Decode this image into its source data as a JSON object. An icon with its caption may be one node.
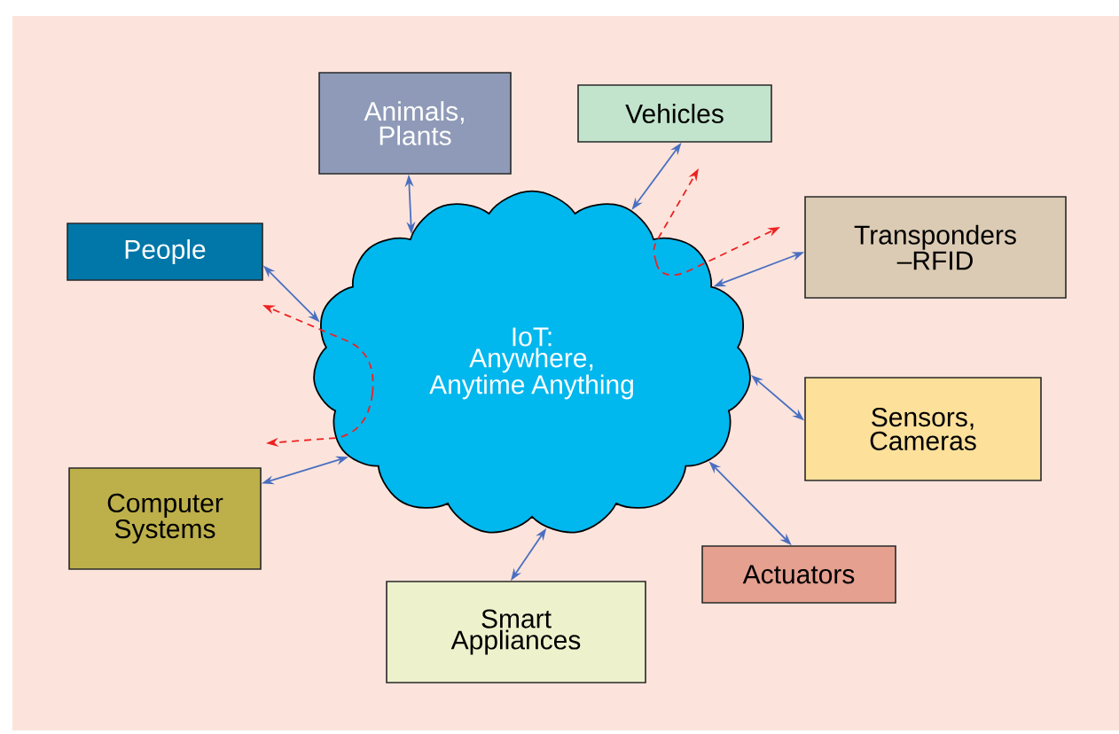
{
  "diagram": {
    "nodes": [
      {
        "text": [
          "IoT:",
          "Anywhere, Anytime Anything"
        ]
      },
      {
        "text": [
          "Animals, Plants"
        ]
      },
      {
        "text": [
          "Vehicles"
        ]
      },
      {
        "text": [
          "People"
        ]
      },
      {
        "text": [
          "Transponders –RFID"
        ]
      },
      {
        "text": [
          "Sensors, Cameras"
        ]
      },
      {
        "text": [
          "Computer Systems"
        ]
      },
      {
        "text": [
          "Actuators"
        ]
      },
      {
        "text": [
          "Smart Appliances"
        ]
      }
    ],
    "edges": [
      {
        "from": 0,
        "to": 1,
        "arrow": "both"
      },
      {
        "from": 0,
        "to": 2,
        "arrow": "both"
      },
      {
        "from": 0,
        "to": null,
        "arrow": "to",
        "style": "dashed",
        "color": "#ee2222"
      },
      {
        "from": 0,
        "to": 4,
        "arrow": "both"
      },
      {
        "from": 0,
        "to": null,
        "arrow": "to",
        "style": "dashed",
        "color": "#ee2222"
      },
      {
        "from": 0,
        "to": 3,
        "arrow": "both"
      },
      {
        "from": 0,
        "to": null,
        "arrow": "to",
        "style": "dashed",
        "color": "#ee2222"
      },
      {
        "from": 0,
        "to": 5,
        "arrow": "both"
      },
      {
        "from": 0,
        "to": null,
        "arrow": "to",
        "style": "dashed",
        "color": "#ee2222"
      },
      {
        "from": 0,
        "to": 6,
        "arrow": "both"
      },
      {
        "from": 0,
        "to": 7,
        "arrow": "both"
      },
      {
        "from": 0,
        "to": 8,
        "arrow": "both"
      }
    ]
  }
}
